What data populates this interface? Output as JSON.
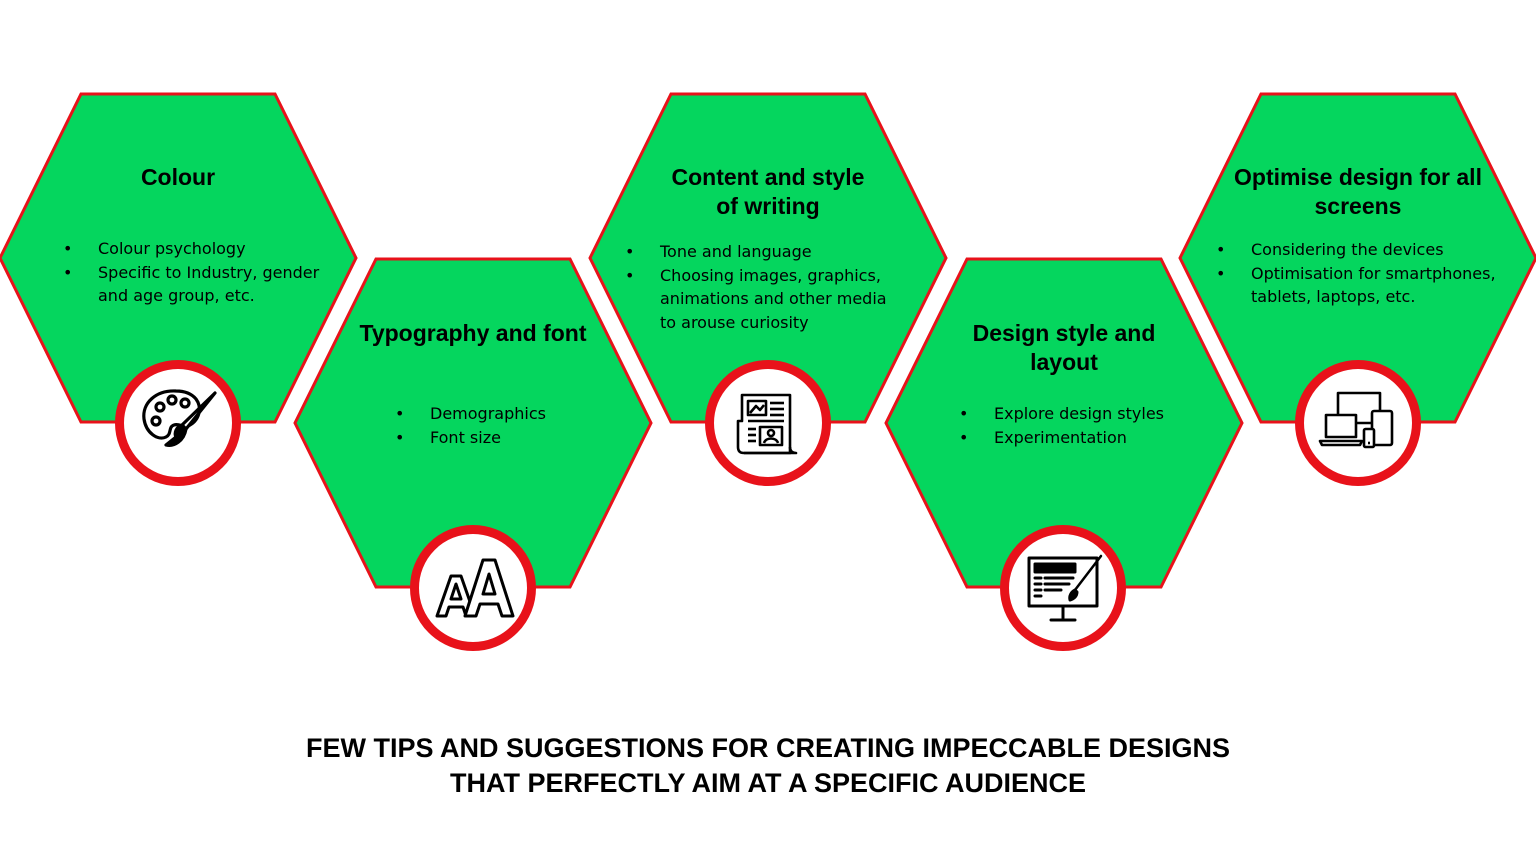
{
  "colors": {
    "hex_fill": "#05d65e",
    "hex_stroke": "#e8121a",
    "badge_border": "#e8121a",
    "text": "#000000"
  },
  "tips": [
    {
      "title": "Colour",
      "bullets": [
        "Colour psychology",
        "Specific to Industry, gender and age group, etc."
      ],
      "icon": "palette-icon"
    },
    {
      "title": "Typography and font",
      "bullets": [
        "Demographics",
        "Font size"
      ],
      "icon": "typography-icon"
    },
    {
      "title": "Content and style of writing",
      "bullets": [
        "Tone and language",
        "Choosing images, graphics, animations and other media to arouse curiosity"
      ],
      "icon": "newspaper-icon"
    },
    {
      "title": "Design style and layout",
      "bullets": [
        "Explore design styles",
        "Experimentation"
      ],
      "icon": "monitor-design-icon"
    },
    {
      "title": "Optimise design for all screens",
      "bullets": [
        "Considering the devices",
        "Optimisation for smartphones, tablets, laptops, etc."
      ],
      "icon": "devices-icon"
    }
  ],
  "footer": {
    "line1": "FEW TIPS AND SUGGESTIONS FOR CREATING IMPECCABLE DESIGNS",
    "line2": "THAT PERFECTLY AIM AT A SPECIFIC AUDIENCE"
  }
}
